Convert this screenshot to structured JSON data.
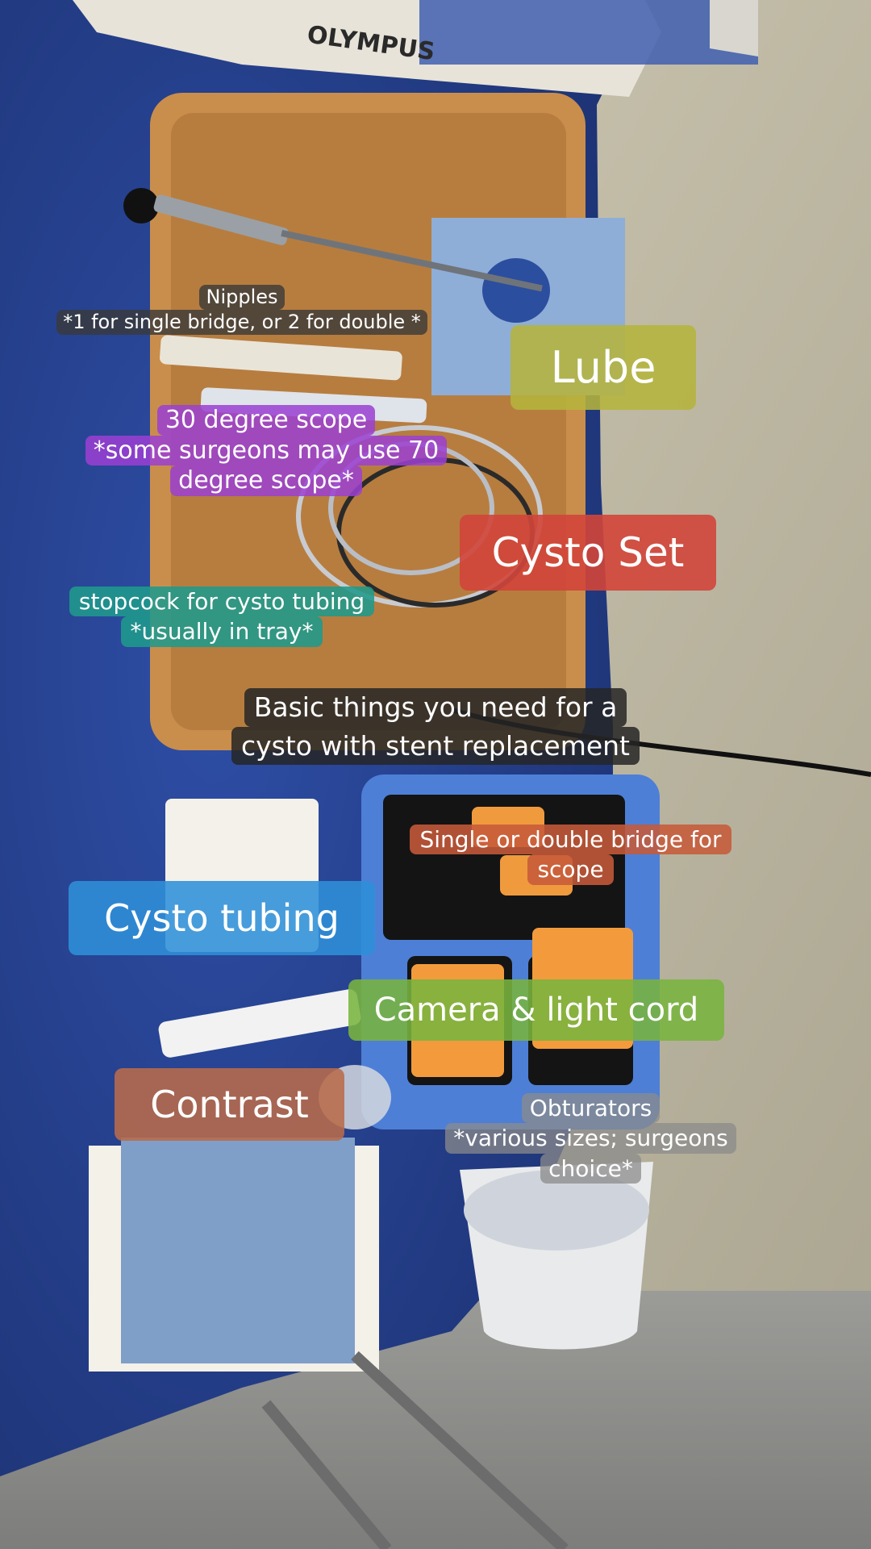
{
  "header": {
    "brand": "OLYMPUS"
  },
  "annotations": {
    "nipples": {
      "title": "Nipples",
      "note": "*1 for single bridge, or 2 for double *"
    },
    "lube": {
      "text": "Lube"
    },
    "scope": {
      "line1": "30 degree scope",
      "line2": "*some surgeons may use 70",
      "line3": "degree scope*"
    },
    "cysto_set": {
      "text": "Cysto Set"
    },
    "stopcock": {
      "line1": "stopcock for cysto tubing",
      "line2": "*usually in tray*"
    },
    "basic": {
      "line1": "Basic things you need for a",
      "line2": "cysto with stent replacement"
    },
    "bridge": {
      "line1": "Single or double bridge for",
      "line2": "scope"
    },
    "cysto_tubing": {
      "text": "Cysto tubing"
    },
    "camera": {
      "text": "Camera & light cord"
    },
    "contrast": {
      "text": "Contrast"
    },
    "obturators": {
      "line1": "Obturators",
      "line2": "*various sizes; surgeons",
      "line3": "choice*"
    }
  },
  "colors": {
    "drape": "#263f8c",
    "tray": "#c98e4c",
    "wall": "#c7c1aa",
    "lube_label": "#b5b43c",
    "scope_label": "#9b3fd2",
    "cysto_set_label": "#d2453a",
    "stopcock_label": "#1f9a8c",
    "basic_label": "#262626",
    "bridge_label": "#c65a3a",
    "tubing_label": "#2f8fd8",
    "camera_label": "#79b43f",
    "contrast_label": "#b86b4a",
    "obturators_label": "#8b8b8b",
    "nipples_label": "#3a3a3a"
  }
}
